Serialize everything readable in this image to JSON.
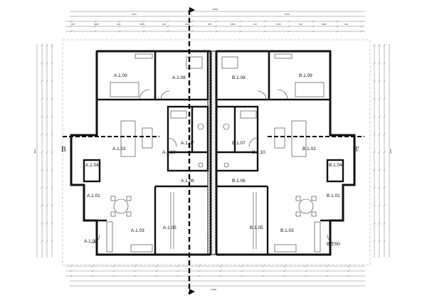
{
  "rooms": {
    "a109": "A.1.09",
    "a108": "A.1.08",
    "b108": "B.1.08",
    "b109": "B.1.09",
    "a107": "A.1.07",
    "b107": "B.1.07",
    "a102": "A.1.02",
    "a110": "A.1.10",
    "b110": "B.1.10",
    "b102": "B.1.02",
    "a104": "A.1.04",
    "b104": "B.1.04",
    "a106": "A.1.06",
    "b106": "B.1.06",
    "a101": "A.1.01",
    "b101": "B.1.01",
    "a103": "A.1.03",
    "a105": "A.1.05",
    "b105": "B.1.05",
    "b103": "B.1.03",
    "a100": "A.1.00",
    "b100": "B.1.00"
  },
  "section": {
    "left": "B",
    "right": "B'"
  },
  "dims": {
    "top_total": "11800",
    "top_left": "5700",
    "top_right": "5700",
    "top_row": [
      "100",
      "3090",
      "120",
      "1350",
      "120",
      "2600",
      "250",
      "2600",
      "120",
      "1350",
      "120",
      "3090",
      "100"
    ],
    "bottom_total": "11800",
    "left_total": "9900",
    "right_total": "9900"
  }
}
